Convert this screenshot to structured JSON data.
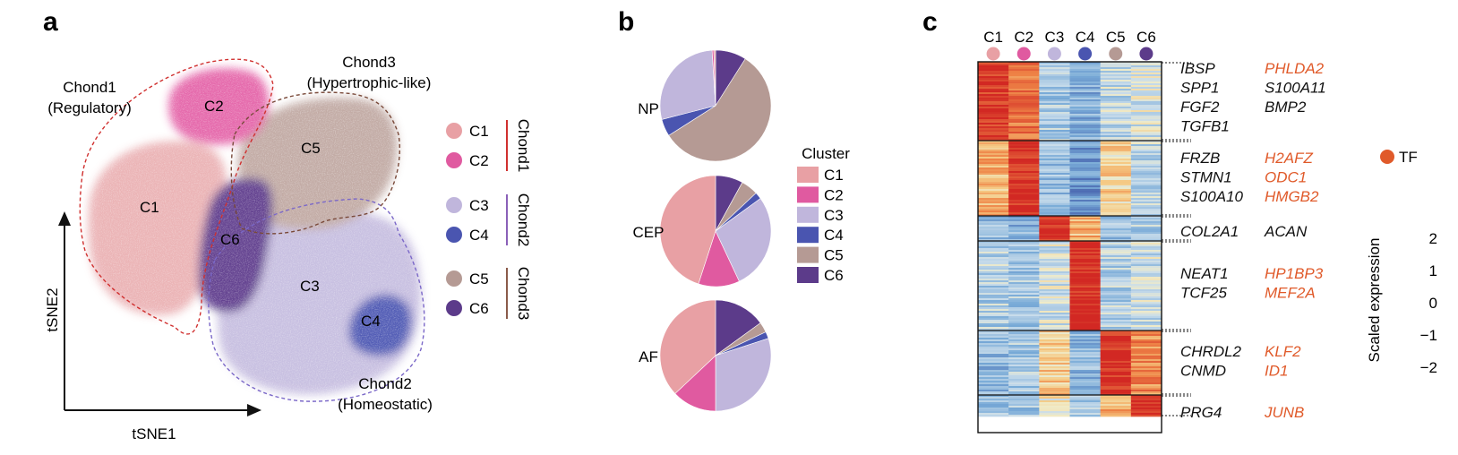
{
  "panels": {
    "a": "a",
    "b": "b",
    "c": "c"
  },
  "panel_a": {
    "xlabel": "tSNE1",
    "ylabel": "tSNE2",
    "groups": [
      {
        "name": "Chond1",
        "line1": "Chond1",
        "line2": "(Regulatory)"
      },
      {
        "name": "Chond2",
        "line1": "Chond2",
        "line2": "(Homeostatic)"
      },
      {
        "name": "Chond3",
        "line1": "Chond3",
        "line2": "(Hypertrophic-like)"
      }
    ],
    "clusters": [
      {
        "id": "C1",
        "label": "C1",
        "color": "#e8a0a4"
      },
      {
        "id": "C2",
        "label": "C2",
        "color": "#e05aa0"
      },
      {
        "id": "C3",
        "label": "C3",
        "color": "#c0b6dc"
      },
      {
        "id": "C4",
        "label": "C4",
        "color": "#4a55b0"
      },
      {
        "id": "C5",
        "label": "C5",
        "color": "#b59a94"
      },
      {
        "id": "C6",
        "label": "C6",
        "color": "#5c3b8a"
      }
    ],
    "legend_groups": [
      {
        "label": "Chond1",
        "color": "#d0302f",
        "members": [
          "C1",
          "C2"
        ]
      },
      {
        "label": "Chond2",
        "color": "#8a60b8",
        "members": [
          "C3",
          "C4"
        ]
      },
      {
        "label": "Chond3",
        "color": "#8a5a4a",
        "members": [
          "C5",
          "C6"
        ]
      }
    ]
  },
  "chart_data": [
    {
      "type": "pie",
      "title": "NP",
      "categories": [
        "C1",
        "C2",
        "C3",
        "C4",
        "C5",
        "C6"
      ],
      "values": [
        0.5,
        0.5,
        28,
        5,
        57,
        9
      ]
    },
    {
      "type": "pie",
      "title": "CEP",
      "categories": [
        "C1",
        "C2",
        "C3",
        "C4",
        "C5",
        "C6"
      ],
      "values": [
        45,
        12,
        28,
        2,
        5,
        8
      ]
    },
    {
      "type": "pie",
      "title": "AF",
      "categories": [
        "C1",
        "C2",
        "C3",
        "C4",
        "C5",
        "C6"
      ],
      "values": [
        37,
        13,
        30,
        2,
        3,
        15
      ]
    },
    {
      "type": "heatmap",
      "columns": [
        "C1",
        "C2",
        "C3",
        "C4",
        "C5",
        "C6"
      ],
      "color_scale": {
        "label": "Scaled expression",
        "ticks": [
          "2",
          "1",
          "0",
          "−1",
          "−2"
        ],
        "range": [
          -2,
          2
        ]
      },
      "row_blocks": [
        {
          "cluster": "C1",
          "levels": [
            1.8,
            1.2,
            -0.6,
            -0.9,
            -0.4,
            -0.2
          ]
        },
        {
          "cluster": "C2",
          "levels": [
            0.6,
            1.9,
            -0.7,
            -1.2,
            0.3,
            -0.4
          ]
        },
        {
          "cluster": "C3",
          "levels": [
            -0.8,
            -0.9,
            1.9,
            0.6,
            -0.7,
            -0.5
          ]
        },
        {
          "cluster": "C4",
          "levels": [
            -0.5,
            -0.6,
            -0.2,
            2.0,
            -0.5,
            -0.3
          ]
        },
        {
          "cluster": "C5",
          "levels": [
            -0.8,
            -0.6,
            0.4,
            -0.8,
            1.9,
            1.0
          ]
        },
        {
          "cluster": "C6",
          "levels": [
            -0.7,
            -0.6,
            0.1,
            -0.6,
            0.6,
            1.8
          ]
        }
      ]
    }
  ],
  "panel_b": {
    "legend_title": "Cluster",
    "legend": [
      "C1",
      "C2",
      "C3",
      "C4",
      "C5",
      "C6"
    ]
  },
  "panel_c": {
    "tf_label": "TF",
    "tf_color": "#e05a2a",
    "gene_blocks": [
      {
        "left": [
          "IBSP",
          "SPP1",
          "FGF2",
          "TGFB1"
        ],
        "right": [
          {
            "text": "PHLDA2",
            "tf": true
          },
          {
            "text": "S100A11",
            "tf": false
          },
          {
            "text": "BMP2",
            "tf": false
          }
        ]
      },
      {
        "left": [
          "FRZB",
          "STMN1",
          "S100A10"
        ],
        "right": [
          {
            "text": "H2AFZ",
            "tf": true
          },
          {
            "text": "ODC1",
            "tf": true
          },
          {
            "text": "HMGB2",
            "tf": true
          }
        ]
      },
      {
        "left": [
          "COL2A1"
        ],
        "right": [
          {
            "text": "ACAN",
            "tf": false
          }
        ]
      },
      {
        "left": [
          "NEAT1",
          "TCF25"
        ],
        "right": [
          {
            "text": "HP1BP3",
            "tf": true
          },
          {
            "text": "MEF2A",
            "tf": true
          }
        ]
      },
      {
        "left": [
          "CHRDL2",
          "CNMD"
        ],
        "right": [
          {
            "text": "KLF2",
            "tf": true
          },
          {
            "text": "ID1",
            "tf": true
          }
        ]
      },
      {
        "left": [
          "PRG4"
        ],
        "right": [
          {
            "text": "JUNB",
            "tf": true
          }
        ]
      }
    ]
  }
}
